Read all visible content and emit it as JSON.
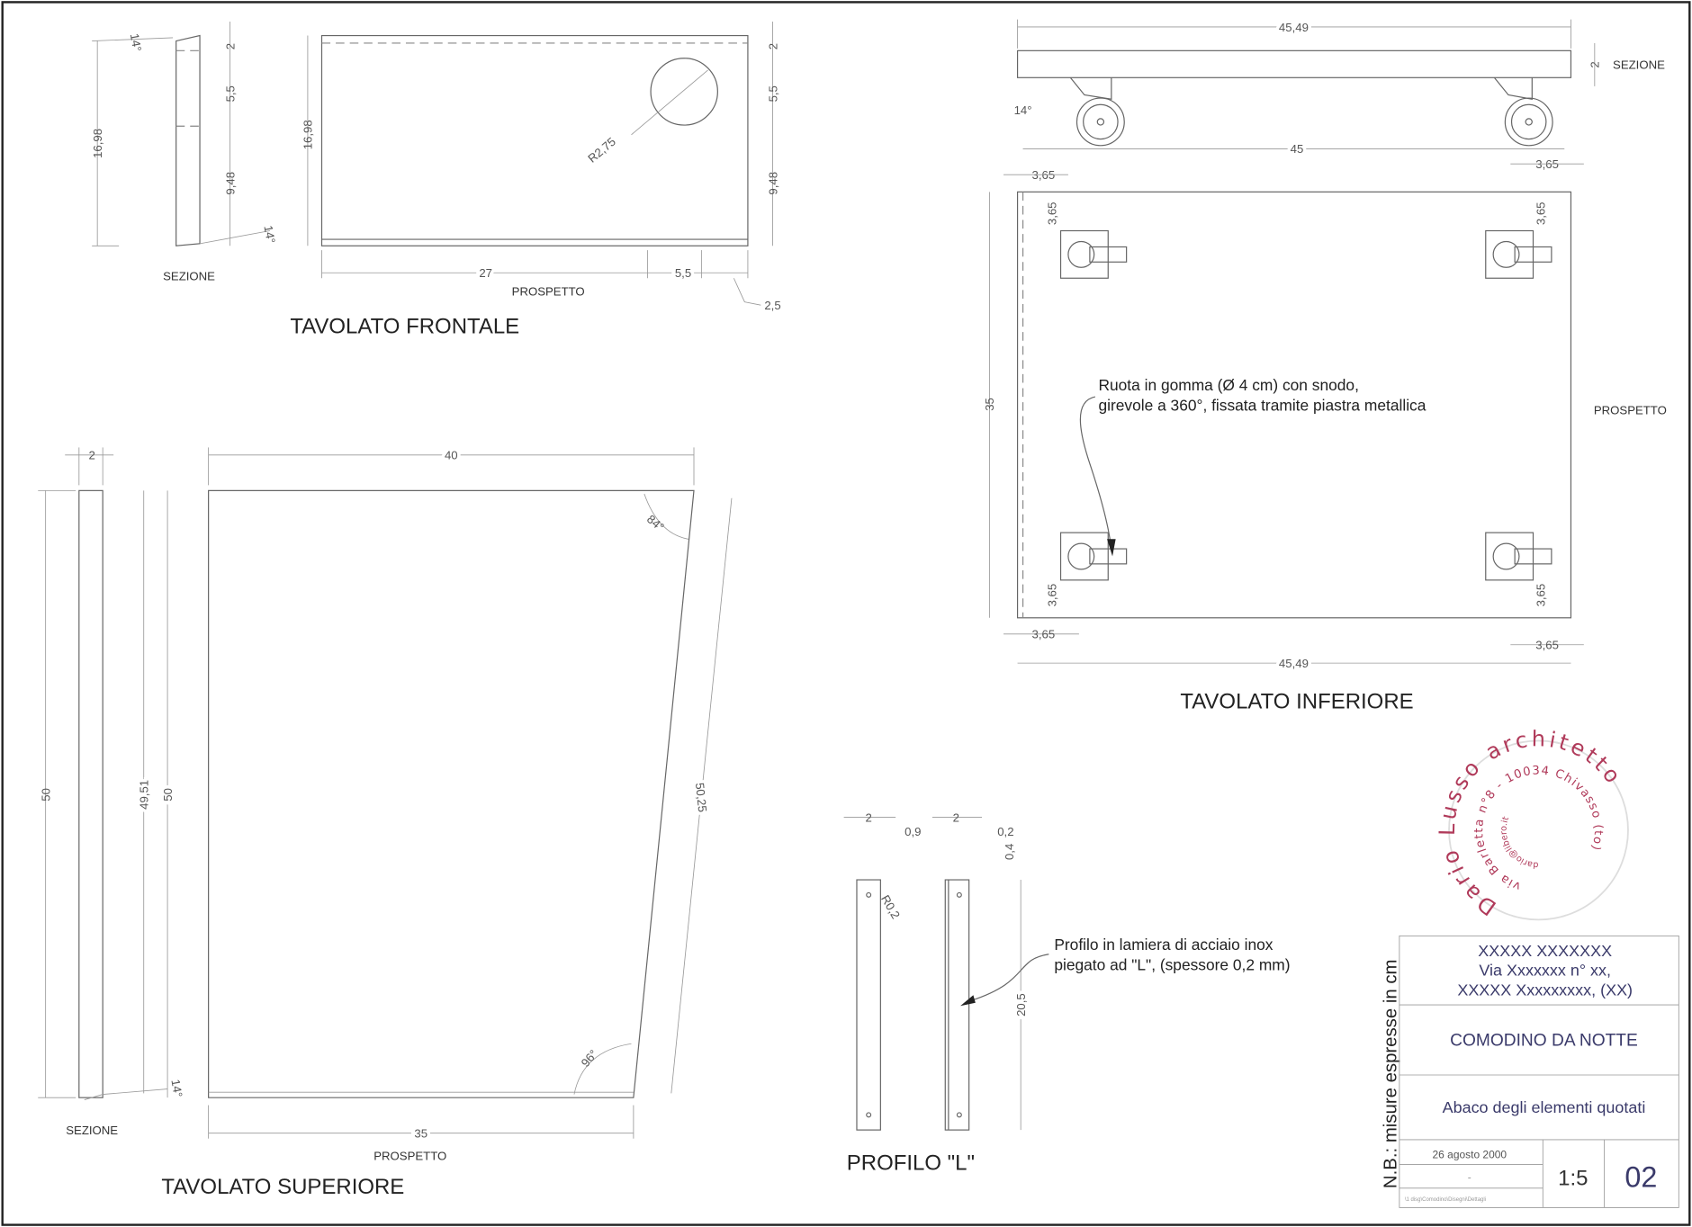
{
  "frontale": {
    "title": "TAVOLATO FRONTALE",
    "sezione": "SEZIONE",
    "prospetto": "PROSPETTO",
    "sec_height": "16,98",
    "sec_d1": "2",
    "sec_d2": "5,5",
    "sec_d3": "9,48",
    "angle_top": "14°",
    "angle_bottom": "14°",
    "height": "16,98",
    "d1": "2",
    "d2": "5,5",
    "d3": "9,48",
    "w1": "27",
    "w2": "5,5",
    "w3": "2,5",
    "radius": "R2,75"
  },
  "inferiore": {
    "title": "TAVOLATO INFERIORE",
    "sezione": "SEZIONE",
    "prospetto": "PROSPETTO",
    "top_width": "45,49",
    "thickness": "2",
    "angle": "14°",
    "wheel_span": "45",
    "off_tl": "3,65",
    "off_tr": "3,65",
    "off_v_tl": "3,65",
    "off_v_tr": "3,65",
    "off_v_bl": "3,65",
    "off_v_br": "3,65",
    "off_bl": "3,65",
    "off_br": "3,65",
    "depth": "35",
    "width": "45,49",
    "note_line1": "Ruota in gomma (Ø 4 cm) con snodo,",
    "note_line2": "girevole a 360°, fissata tramite piastra metallica"
  },
  "superiore": {
    "title": "TAVOLATO SUPERIORE",
    "sezione": "SEZIONE",
    "prospetto": "PROSPETTO",
    "thickness": "2",
    "sec_height": "50",
    "inner_height": "49,51",
    "height": "50",
    "top_width": "40",
    "bottom_width": "35",
    "slant_length": "50,25",
    "angle_top": "84°",
    "angle_bottom": "96°",
    "angle_section": "14°"
  },
  "profilo": {
    "title": "PROFILO \"L\"",
    "w1": "2",
    "t1": "0,9",
    "w2": "2",
    "t2": "0,2",
    "t3": "0,4",
    "radius": "R0,2",
    "length": "20,5",
    "note_line1": "Profilo in lamiera di acciaio inox",
    "note_line2": "piegato ad \"L\", (spessore 0,2 mm)"
  },
  "title_block": {
    "note": "N.B.: misure espresse in cm",
    "client_line1": "XXXXX XXXXXXX",
    "client_line2": "Via Xxxxxxx n° xx,",
    "client_line3": "XXXXX Xxxxxxxxx, (XX)",
    "project": "COMODINO DA NOTTE",
    "subject": "Abaco degli elementi quotati",
    "date": "26 agosto 2000",
    "revision": "-",
    "file_path": "\\1 disg\\Comodino\\Disegni\\Dettagli",
    "scale": "1:5",
    "sheet": "02"
  },
  "stamp": {
    "outer_text": "Dario Lusso architetto",
    "inner_text": "via Barletta n°8 - 10034 Chivasso (to)",
    "core_text": "dario@libero.it"
  },
  "colors": {
    "stamp": "#b03a5a",
    "title_block_text": "#3a3a6a"
  }
}
